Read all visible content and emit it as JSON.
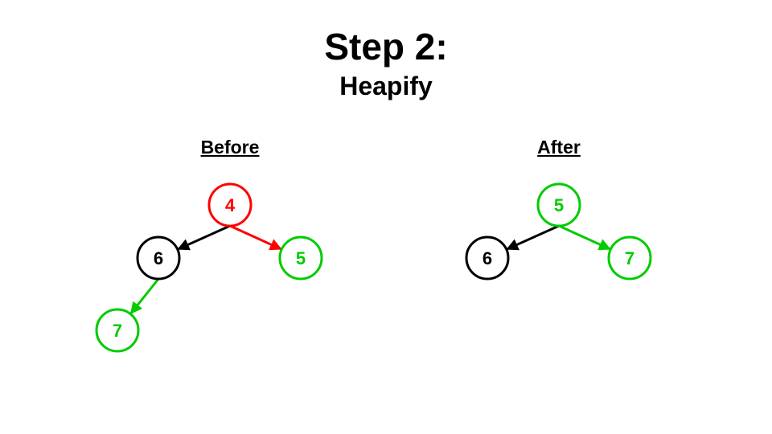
{
  "title": "Step 2:",
  "subtitle": "Heapify",
  "before": {
    "label": "Before",
    "nodes": [
      {
        "id": "b4",
        "value": "4",
        "color": "#ff0000"
      },
      {
        "id": "b6",
        "value": "6",
        "color": "#000000"
      },
      {
        "id": "b5",
        "value": "5",
        "color": "#00cc00"
      },
      {
        "id": "b7",
        "value": "7",
        "color": "#00cc00"
      }
    ],
    "edges": [
      {
        "from": "b4",
        "to": "b6",
        "color": "#000000"
      },
      {
        "from": "b4",
        "to": "b5",
        "color": "#ff0000"
      },
      {
        "from": "b6",
        "to": "b7",
        "color": "#00cc00"
      }
    ]
  },
  "after": {
    "label": "After",
    "nodes": [
      {
        "id": "a5",
        "value": "5",
        "color": "#00cc00"
      },
      {
        "id": "a6",
        "value": "6",
        "color": "#000000"
      },
      {
        "id": "a7",
        "value": "7",
        "color": "#00cc00"
      }
    ],
    "edges": [
      {
        "from": "a5",
        "to": "a6",
        "color": "#000000"
      },
      {
        "from": "a5",
        "to": "a7",
        "color": "#00cc00"
      }
    ]
  }
}
